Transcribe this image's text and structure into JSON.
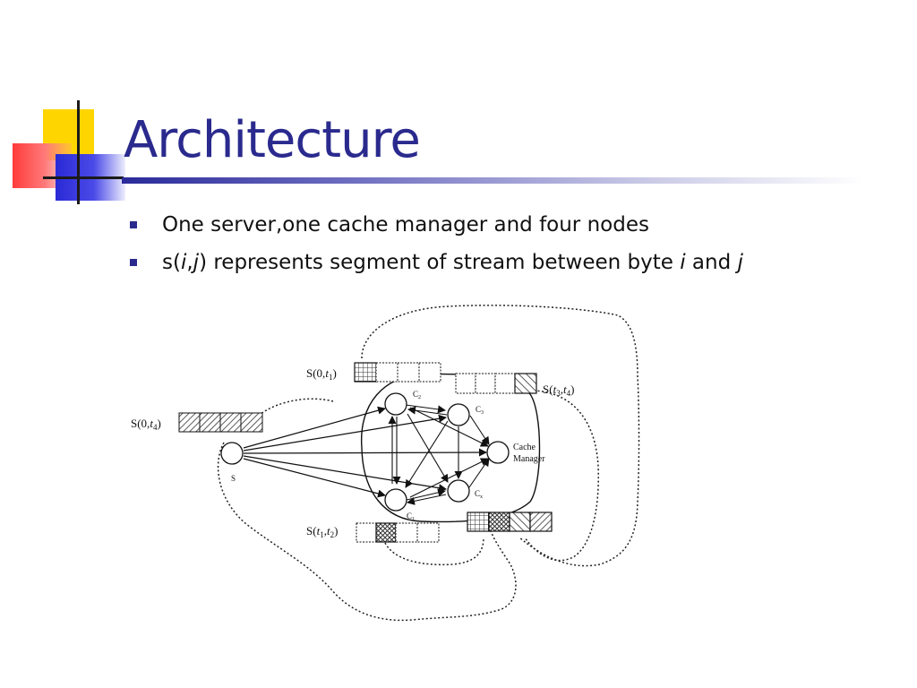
{
  "slide": {
    "title": "Architecture",
    "accent_colors": {
      "title": "#2a2a8e",
      "yellow": "#ffd500",
      "red": "#ff3b3b",
      "blue": "#2a2ad6"
    }
  },
  "bullets": [
    {
      "text": "One server,one cache manager and four nodes"
    },
    {
      "parts": [
        "s(",
        "i",
        ",",
        "j",
        ") represents segment of stream between byte ",
        "i",
        " and ",
        "j"
      ]
    }
  ],
  "diagram": {
    "labels": {
      "s0t1": [
        "S(0,",
        "t",
        "1",
        ")"
      ],
      "s0t4": [
        "S(0,",
        "t",
        "4",
        ")"
      ],
      "st3t4": [
        "S(",
        "t",
        "3",
        ",",
        "t",
        "4",
        ")"
      ],
      "st1t2": [
        "S(",
        "t",
        "1",
        ",",
        "t",
        "2",
        ")"
      ]
    },
    "nodes": {
      "server": "S",
      "c1": [
        "C",
        "1"
      ],
      "c2": [
        "C",
        "2"
      ],
      "c3": [
        "C",
        "3"
      ],
      "cx": [
        "C",
        "x"
      ],
      "cache_manager": [
        "Cache",
        "Manager"
      ]
    }
  }
}
